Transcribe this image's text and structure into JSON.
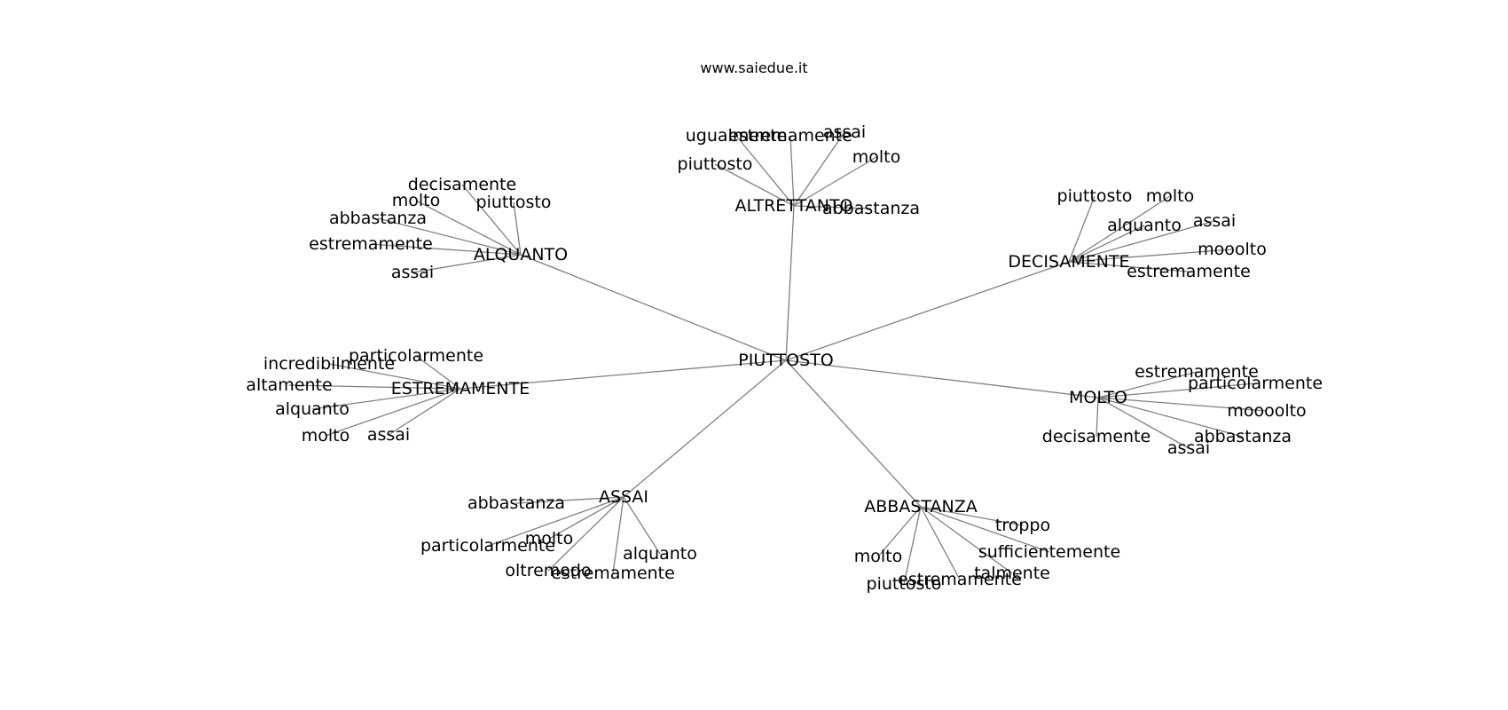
{
  "title": "www.saiedue.it",
  "root": "PIUTTOSTO",
  "groups": [
    {
      "id": "altrettanto",
      "label": "ALTRETTANTO",
      "leaves": [
        "ugualmente",
        "estremamente",
        "assai",
        "molto",
        "piuttosto",
        "abbastanza"
      ]
    },
    {
      "id": "alquanto",
      "label": "ALQUANTO",
      "leaves": [
        "decisamente",
        "molto",
        "piuttosto",
        "abbastanza",
        "estremamente",
        "assai"
      ]
    },
    {
      "id": "decisamente",
      "label": "DECISAMENTE",
      "leaves": [
        "piuttosto",
        "molto",
        "alquanto",
        "assai",
        "mooolto",
        "estremamente"
      ]
    },
    {
      "id": "estremamente",
      "label": "ESTREMAMENTE",
      "leaves": [
        "particolarmente",
        "incredibilmente",
        "altamente",
        "alquanto",
        "molto",
        "assai"
      ]
    },
    {
      "id": "molto",
      "label": "MOLTO",
      "leaves": [
        "estremamente",
        "particolarmente",
        "moooolto",
        "abbastanza",
        "decisamente",
        "assai"
      ]
    },
    {
      "id": "assai",
      "label": "ASSAI",
      "leaves": [
        "abbastanza",
        "molto",
        "particolarmente",
        "alquanto",
        "oltremodo",
        "estremamente"
      ]
    },
    {
      "id": "abbastanza",
      "label": "ABBASTANZA",
      "leaves": [
        "troppo",
        "sufficientemente",
        "talmente",
        "molto",
        "estremamente",
        "piuttosto"
      ]
    }
  ]
}
